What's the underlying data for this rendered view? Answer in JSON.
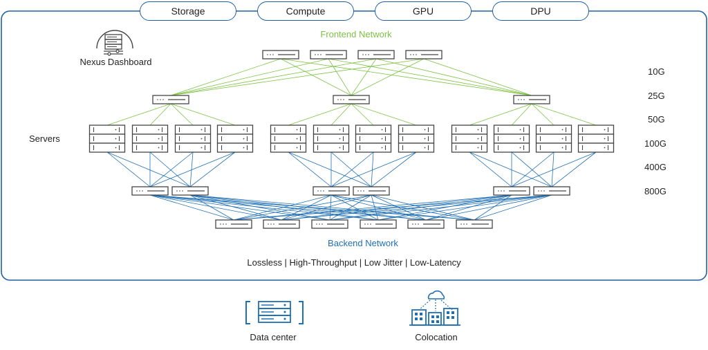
{
  "tabs": [
    {
      "label": "Storage"
    },
    {
      "label": "Compute"
    },
    {
      "label": "GPU"
    },
    {
      "label": "DPU"
    }
  ],
  "frontend_title": "Frontend Network",
  "backend_title": "Backend Network",
  "dashboard_label": "Nexus Dashboard",
  "servers_label": "Servers",
  "speeds": [
    "10G",
    "25G",
    "50G",
    "100G",
    "400G",
    "800G"
  ],
  "features": "Lossless | High-Throughput | Low Jitter | Low-Latency",
  "sites": [
    {
      "label": "Data center",
      "icon": "data-center-icon"
    },
    {
      "label": "Colocation",
      "icon": "colocation-icon"
    }
  ],
  "colors": {
    "frame": "#1f5fa6",
    "frontend": "#7dc242",
    "backend": "#1f6fb5",
    "device": "#444444"
  },
  "topology": {
    "frontend_spines": 4,
    "frontend_leaves": 3,
    "server_pods": 3,
    "servers_per_pod": 4,
    "disks_per_server": 3,
    "backend_leaves_per_pod": 2,
    "backend_spines": 6
  }
}
